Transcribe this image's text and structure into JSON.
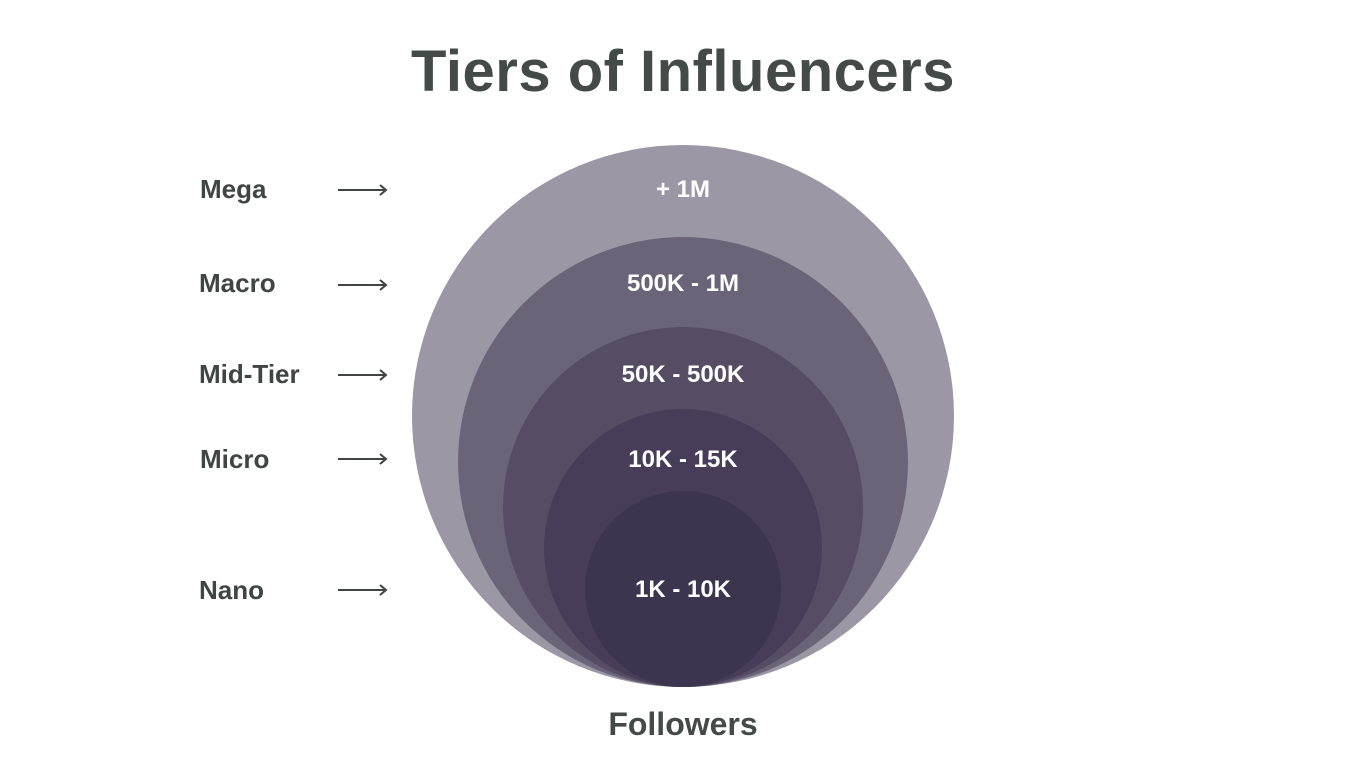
{
  "title": "Tiers of Influencers",
  "footer": "Followers",
  "tiers": [
    {
      "name": "Mega",
      "range": "+ 1M",
      "color": "#9b97a4"
    },
    {
      "name": "Macro",
      "range": "500K - 1M",
      "color": "#6b6479"
    },
    {
      "name": "Mid-Tier",
      "range": "50K - 500K",
      "color": "#564d65"
    },
    {
      "name": "Micro",
      "range": "10K - 15K",
      "color": "#473d58"
    },
    {
      "name": "Nano",
      "range": "1K - 10K",
      "color": "#3d3450"
    }
  ],
  "arrow_icon": "long-right-arrow"
}
